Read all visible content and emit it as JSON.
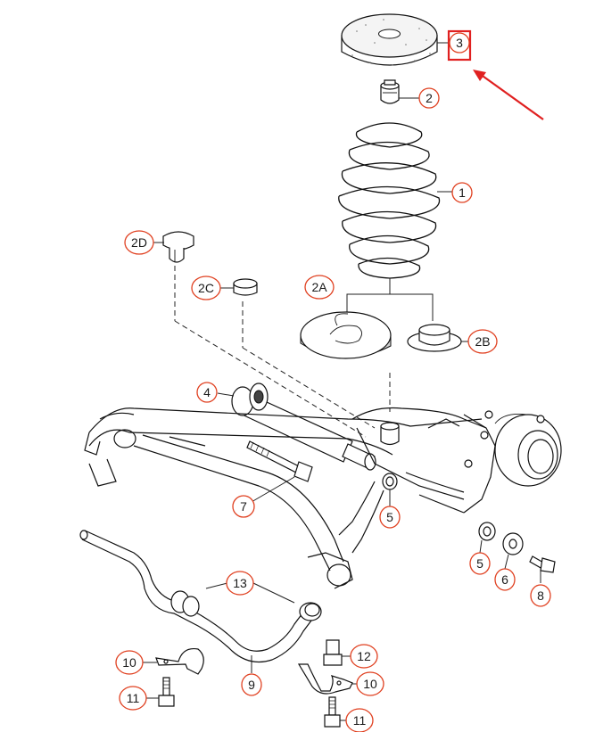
{
  "diagram": {
    "highlight_color": "#e02020",
    "callout_color": "#e04020",
    "callouts": [
      {
        "id": "c3",
        "label": "3"
      },
      {
        "id": "c2",
        "label": "2"
      },
      {
        "id": "c1",
        "label": "1"
      },
      {
        "id": "c2d",
        "label": "2D"
      },
      {
        "id": "c2c",
        "label": "2C"
      },
      {
        "id": "c2a",
        "label": "2A"
      },
      {
        "id": "c2b",
        "label": "2B"
      },
      {
        "id": "c4",
        "label": "4"
      },
      {
        "id": "c7",
        "label": "7"
      },
      {
        "id": "c5a",
        "label": "5"
      },
      {
        "id": "c5b",
        "label": "5"
      },
      {
        "id": "c6",
        "label": "6"
      },
      {
        "id": "c8",
        "label": "8"
      },
      {
        "id": "c13",
        "label": "13"
      },
      {
        "id": "c9",
        "label": "9"
      },
      {
        "id": "c10a",
        "label": "10"
      },
      {
        "id": "c10b",
        "label": "10"
      },
      {
        "id": "c11a",
        "label": "11"
      },
      {
        "id": "c11b",
        "label": "11"
      },
      {
        "id": "c12",
        "label": "12"
      }
    ]
  }
}
